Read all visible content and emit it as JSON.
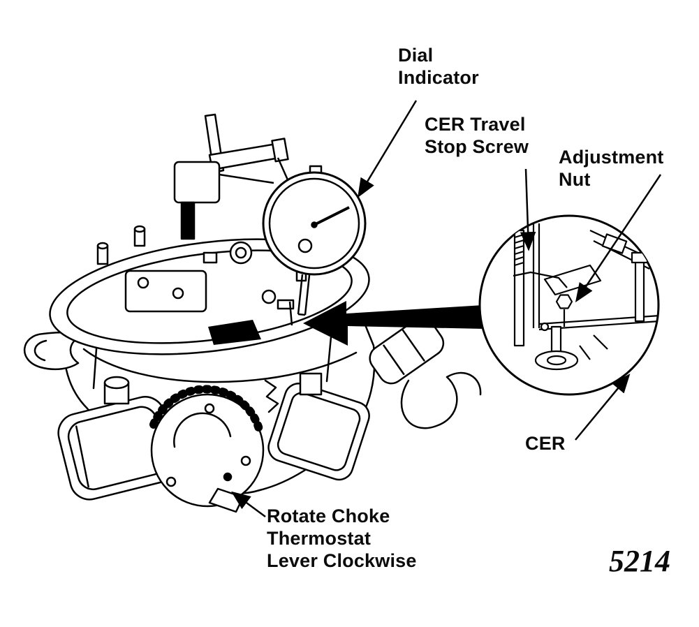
{
  "figure": {
    "number": "5214",
    "background_color": "#ffffff",
    "ink_color": "#000000",
    "description": "Carburetor choke adjustment diagram with dial indicator and magnified CER detail"
  },
  "labels": {
    "dial_indicator": "Dial\nIndicator",
    "cer_travel_stop_screw": "CER Travel\nStop Screw",
    "adjustment_nut": "Adjustment\nNut",
    "cer": "CER",
    "rotate_choke": "Rotate Choke\nThermostat\nLever Clockwise"
  },
  "icons": {
    "magnifier_arrow": "solid-left-arrow",
    "pointer_arrowheads": "solid-triangle"
  }
}
